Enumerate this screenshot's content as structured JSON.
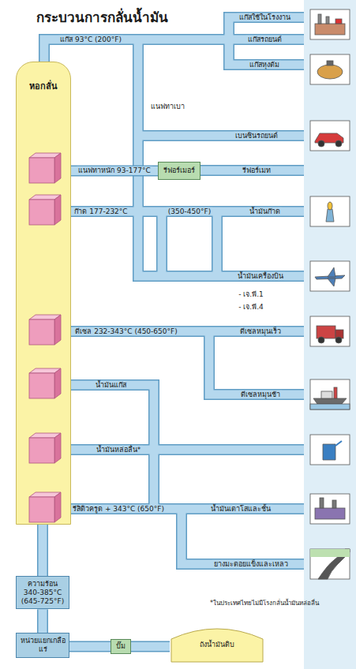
{
  "diagram": {
    "title": "กระบวนการกลั่นน้ำมัน",
    "nodes": [
      {
        "text": [
          "หอกลั่น"
        ]
      },
      {
        "text": [
          "รีฟอร์เมอร์"
        ]
      },
      {
        "text": [
          "ความร้อน 340-385°C (645-725°F)"
        ]
      },
      {
        "text": [
          "หน่วยแยกเกลือแร่"
        ]
      },
      {
        "text": [
          "ปั๊ม"
        ]
      },
      {
        "text": [
          "ถังน้ำมันดิบ"
        ]
      }
    ],
    "edges": [
      {
        "from": 0,
        "to": 1,
        "label": "แนฟทาหนัก 93-177°C",
        "arrow": "none"
      },
      {
        "from": 5,
        "to": 4,
        "arrow": "none"
      },
      {
        "from": 4,
        "to": 3,
        "arrow": "none"
      },
      {
        "from": 3,
        "to": 2,
        "arrow": "none"
      },
      {
        "from": 2,
        "to": 0,
        "arrow": "none"
      }
    ],
    "labels": [
      "แก๊ส 93°C (200°F)",
      "แก๊สใช้ในโรงงาน",
      "แก๊สรถยนต์",
      "แก๊สหุงต้ม",
      "แนฟทาเบา",
      "เบนซินรถยนต์",
      "รีฟอร์เมท",
      "ก๊าด 177-232°C",
      "(350-450°F)",
      "น้ำมันก๊าด",
      "น้ำมันเครื่องบิน",
      "- เจ.พี.1",
      "- เจ.พี.4",
      "ดีเซล 232-343°C (450-650°F)",
      "ดีเซลหมุนเร็ว",
      "ดีเซลหมุนช้า",
      "น้ำมันแก๊ส",
      "น้ำมันหล่อลื่น*",
      "รีสิดิวครูด + 343°C (650°F)",
      "น้ำมันเตาโสและชั้น",
      "ยางมะตอยแข็งและเหลว",
      "*ในประเทศไทยไม่มีโรงกลั่นน้ำมันหล่อลื่น"
    ]
  }
}
